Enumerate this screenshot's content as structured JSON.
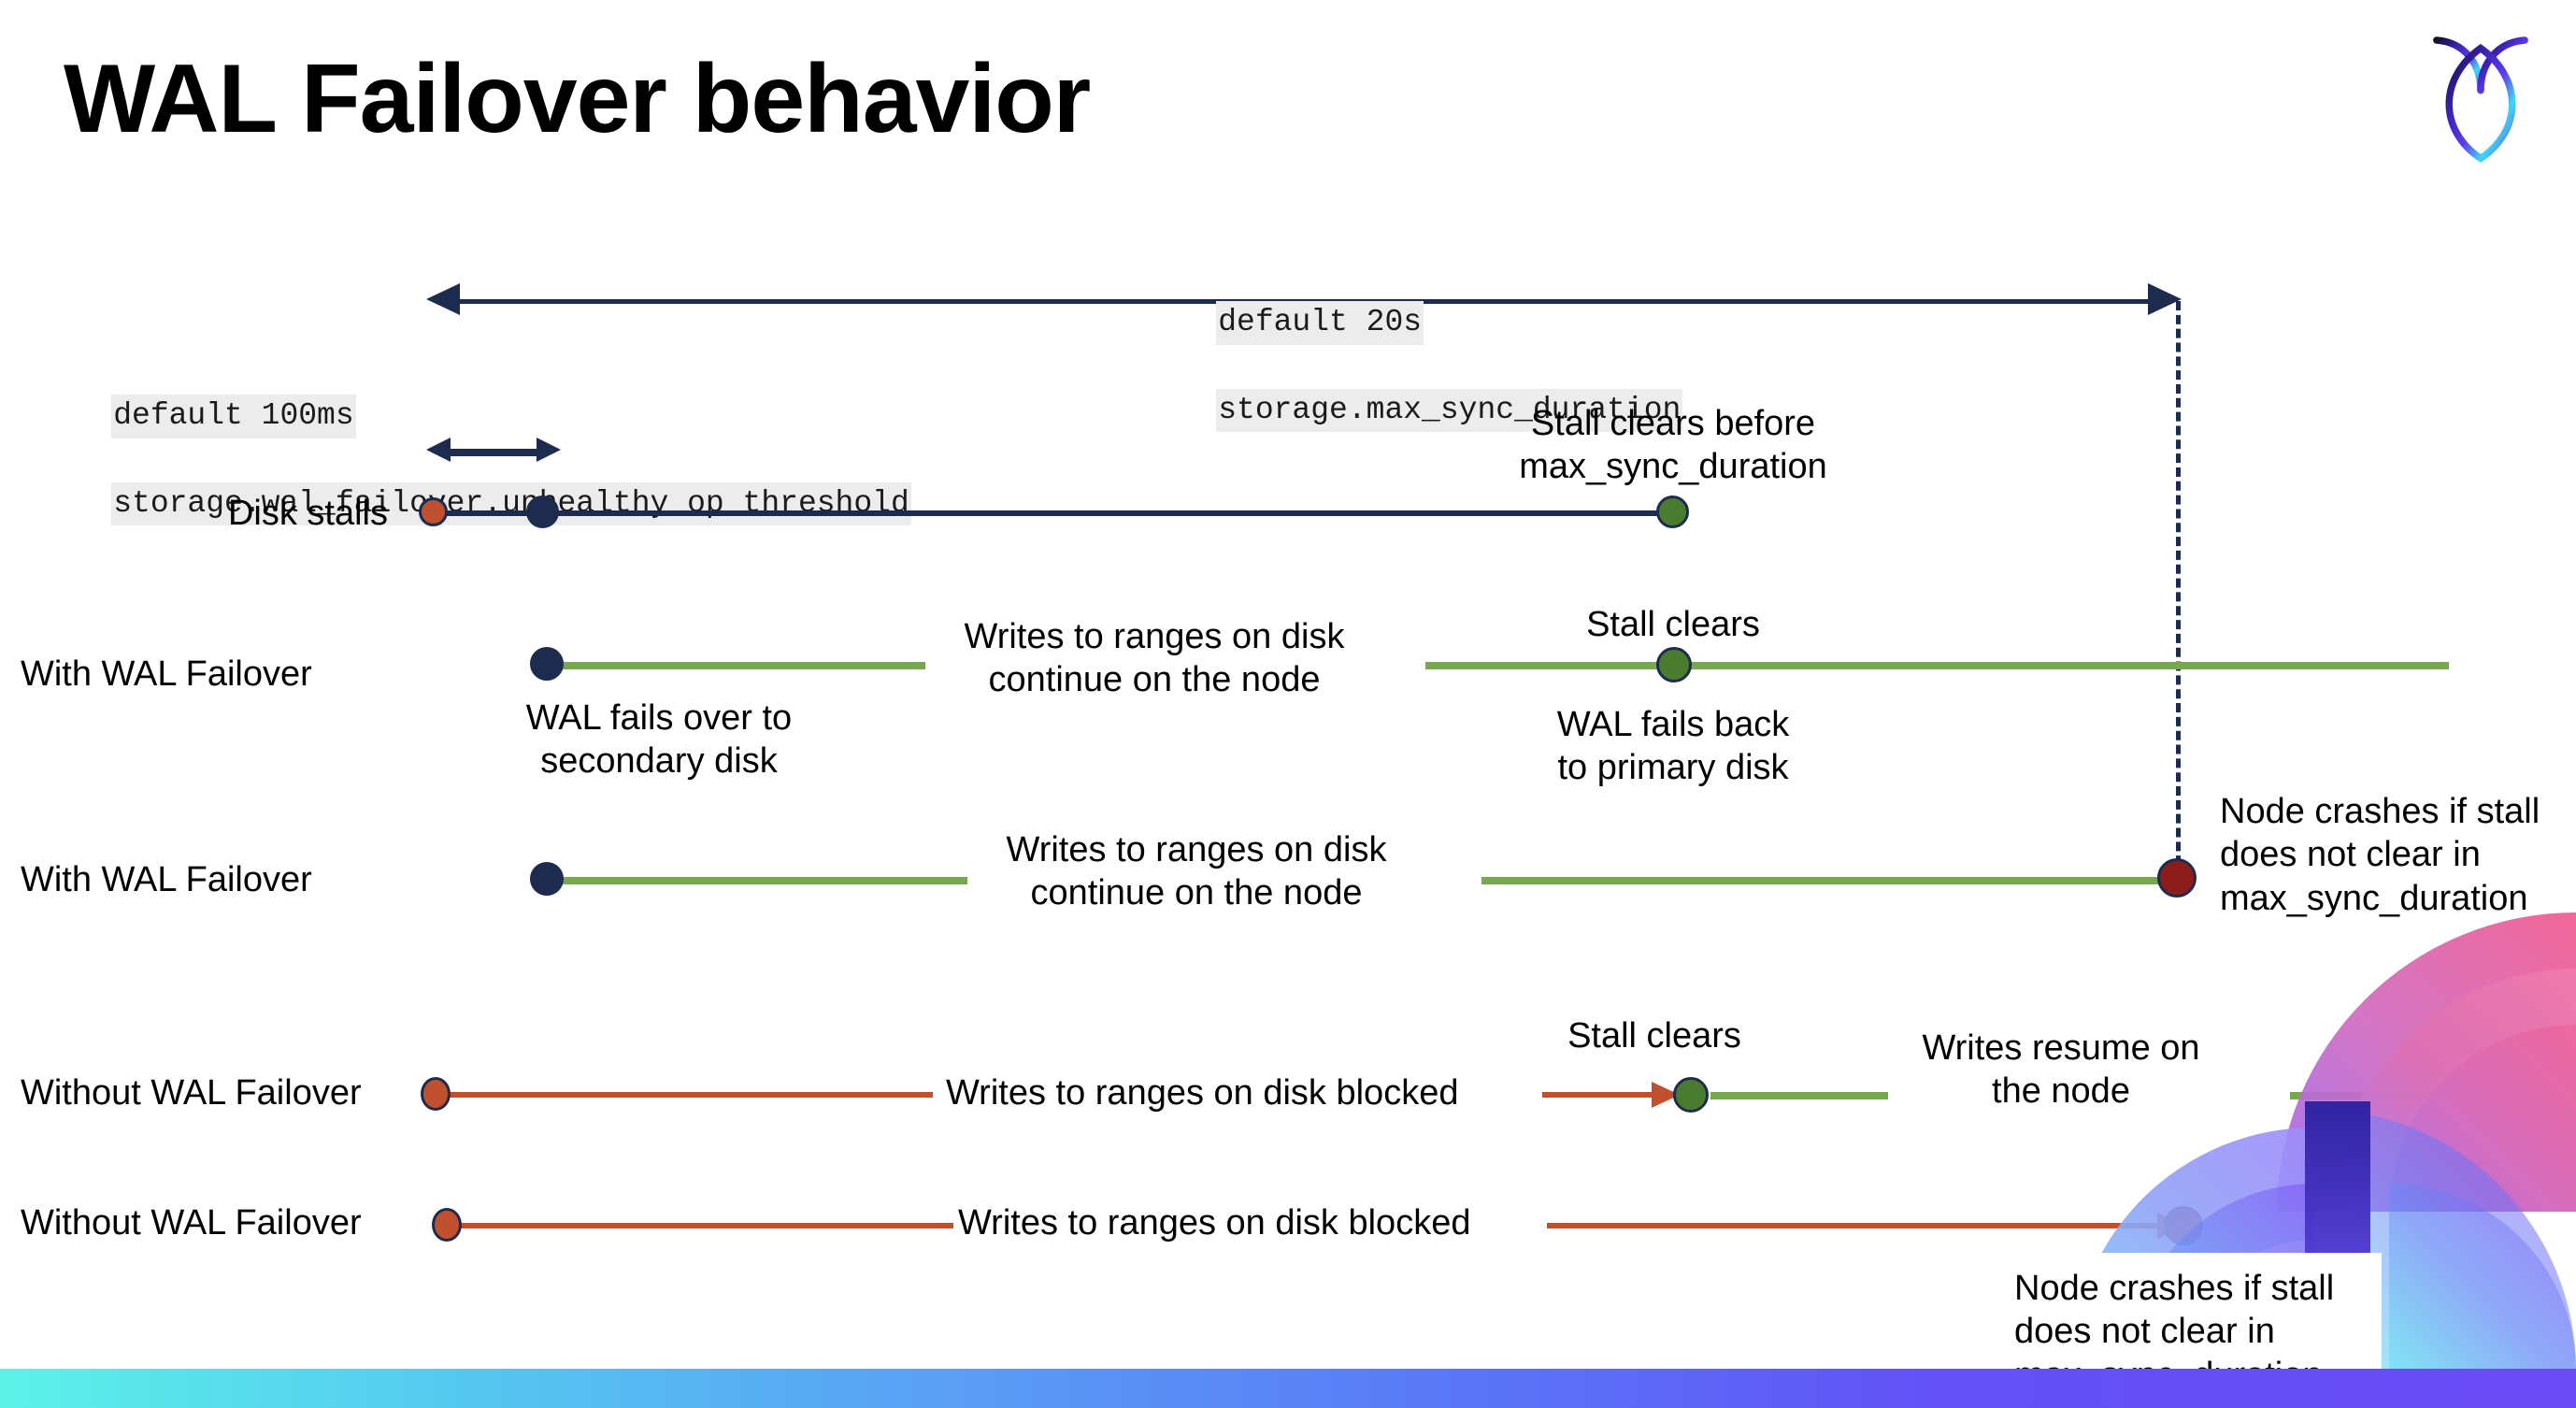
{
  "slide": {
    "title": "WAL Failover behavior",
    "logo_name": "cockroachdb-logo"
  },
  "settings": {
    "max_sync": {
      "default_label": "default 20s",
      "setting_name": "storage.max_sync_duration"
    },
    "unhealthy_op": {
      "default_label": "default 100ms",
      "setting_name": "storage.wal_failover.unhealthy_op_threshold"
    }
  },
  "rows": {
    "disk_stalls": {
      "label": "Disk stalls",
      "note": "Stall clears before\nmax_sync_duration"
    },
    "with_failover_recovers": {
      "label": "With WAL Failover",
      "note_start": "WAL fails over to\nsecondary disk",
      "note_middle": "Writes to ranges on disk\ncontinue on the node",
      "note_clear": "Stall clears",
      "note_failback": "WAL fails  back\nto primary disk"
    },
    "with_failover_crash": {
      "label": "With WAL Failover",
      "note_middle": "Writes to ranges on disk\ncontinue on the node",
      "note_crash": "Node crashes if stall\ndoes not clear in\nmax_sync_duration"
    },
    "without_failover_recovers": {
      "label": "Without WAL Failover",
      "note_blocked": "Writes to ranges on disk  blocked",
      "note_clear": "Stall clears",
      "note_resume": "Writes resume on\nthe node"
    },
    "without_failover_crash": {
      "label": "Without WAL Failover",
      "note_blocked": "Writes to ranges on disk  blocked",
      "note_crash": "Node crashes if stall\ndoes not clear in\nmax_sync_duration"
    }
  },
  "colors": {
    "navy": "#1d2c4e",
    "green_line": "#77A84F",
    "green_dot": "#4A7C2F",
    "red_line": "#C0502E",
    "red_dot": "#C0502E",
    "crash_red": "#8C1D1A",
    "code_bg": "#ececec"
  }
}
